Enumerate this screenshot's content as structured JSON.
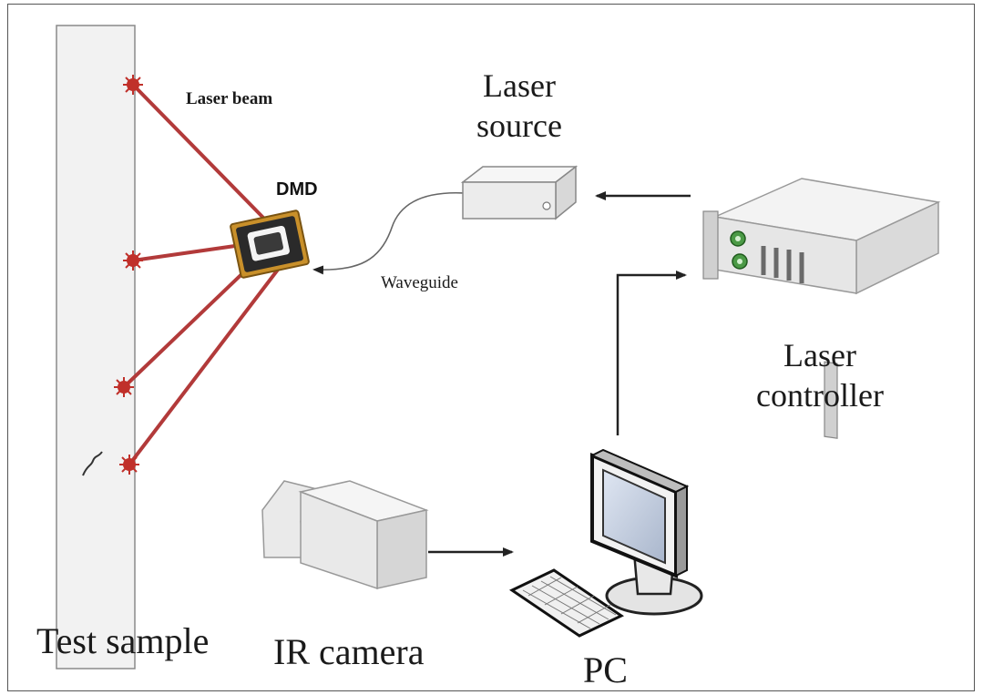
{
  "labels": {
    "laser_beam": "Laser beam",
    "dmd": "DMD",
    "laser_source_line1": "Laser",
    "laser_source_line2": "source",
    "waveguide": "Waveguide",
    "laser_controller_line1": "Laser",
    "laser_controller_line2": "controller",
    "test_sample": "Test sample",
    "ir_camera": "IR camera",
    "pc": "PC"
  },
  "colors": {
    "beam": "#b23a3a",
    "spark": "#c0302a",
    "dmd_frame": "#c9902a",
    "arrow": "#222222",
    "panel": "#efefef"
  },
  "icons": [
    "dmd-chip-icon",
    "laser-source-box-icon",
    "laser-controller-rack-icon",
    "ir-camera-icon",
    "pc-monitor-icon",
    "keyboard-icon"
  ]
}
